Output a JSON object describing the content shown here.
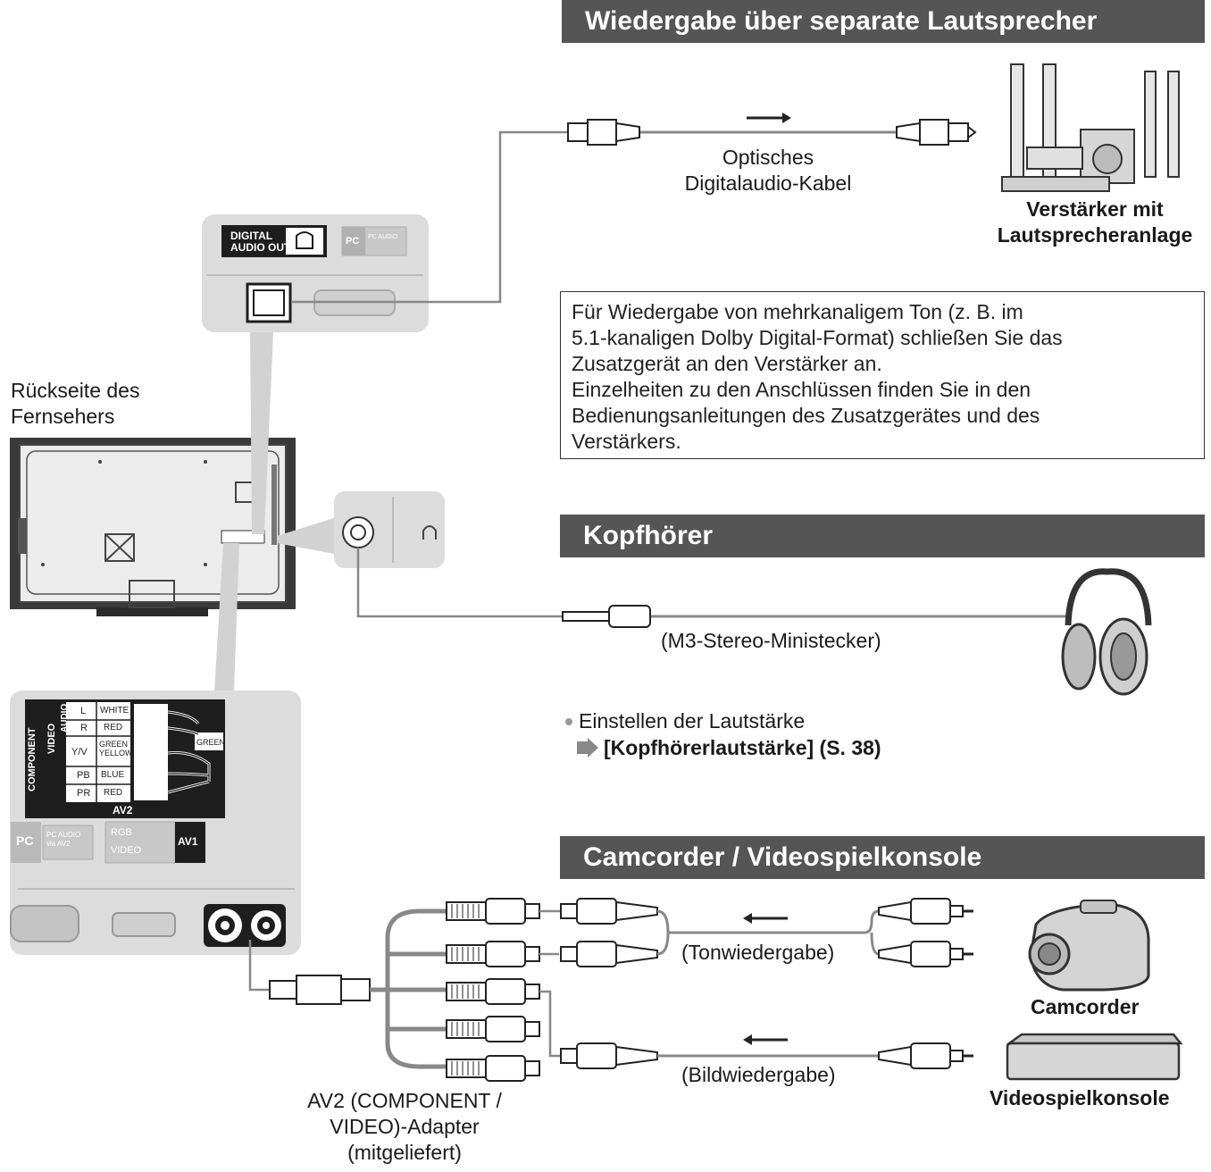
{
  "sections": {
    "speakers": "Wiedergabe über separate Lautsprecher",
    "headphones": "Kopfhörer",
    "camcorder": "Camcorder / Videospielkonsole"
  },
  "labels": {
    "tv_back_line1": "Rückseite des",
    "tv_back_line2": "Fernsehers",
    "optical_line1": "Optisches",
    "optical_line2": "Digitalaudio-Kabel",
    "amp_line1": "Verstärker mit",
    "amp_line2": "Lautsprecheranlage",
    "ministecker": "(M3-Stereo-Ministecker)",
    "volume_hint": "Einstellen der Lautstärke",
    "volume_ref": "[Kopfhörerlautstärke] (S. 38)",
    "tonwiedergabe": "(Tonwiedergabe)",
    "bildwiedergabe": "(Bildwiedergabe)",
    "camcorder": "Camcorder",
    "videospielkonsole": "Videospielkonsole",
    "adapter_line1": "AV2 (COMPONENT /",
    "adapter_line2": "VIDEO)-Adapter",
    "adapter_line3": "(mitgeliefert)"
  },
  "info_box": {
    "line1": "Für Wiedergabe von mehrkanaligem Ton (z. B. im",
    "line2": "5.1-kanaligen Dolby Digital-Format) schließen Sie das",
    "line3": "Zusatzgerät an den Verstärker an.",
    "line4": "Einzelheiten zu den Anschlüssen finden Sie in den",
    "line5": "Bedienungsanleitungen des Zusatzgerätes und des",
    "line6": "Verstärkers."
  },
  "panel_top": {
    "digital": "DIGITAL",
    "audio_out": "AUDIO OUT",
    "pc": "PC",
    "pc_audio": "PC AUDIO"
  },
  "panel_bottom": {
    "component": "COMPONENT",
    "video": "VIDEO",
    "audio": "AUDIO",
    "l": "L",
    "r": "R",
    "yv": "Y/V",
    "pb": "PB",
    "pr": "PR",
    "white": "WHITE",
    "red": "RED",
    "green_yellow": "GREEN YELLOW",
    "blue": "BLUE",
    "red2": "RED",
    "green": "GREEN",
    "av2": "AV2",
    "pc": "PC",
    "pc_audio_av2": "PC AUDIO via AV2",
    "rgb": "RGB",
    "video2": "VIDEO",
    "av1": "AV1"
  },
  "colors": {
    "header_bg": "#555555",
    "panel_bg": "#dcdcdc",
    "dark": "#1e1e1e"
  }
}
